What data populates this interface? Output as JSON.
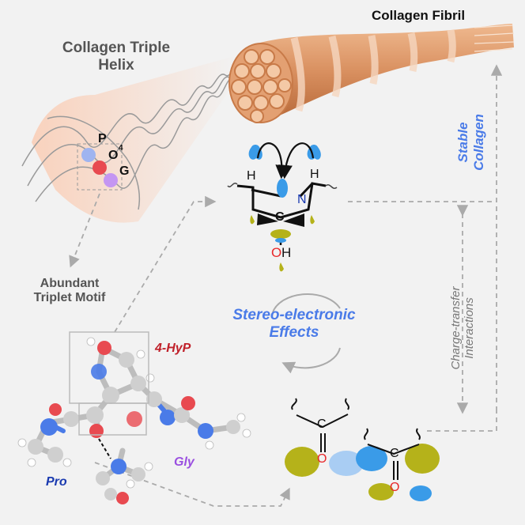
{
  "titles": {
    "triple_helix": "Collagen Triple\nHelix",
    "fibril": "Collagen Fibril",
    "abundant_motif": "Abundant\nTriplet Motif",
    "stable_collagen": "Stable\nCollagen",
    "stereo_effects": "Stereo-electronic\nEffects",
    "charge_transfer": "Charge-transfer\nInteractions"
  },
  "helix_letters": {
    "p": "P",
    "o": "O",
    "o_sup": "4",
    "g": "G"
  },
  "molecule_labels": {
    "hyp": "4-HyP",
    "pro": "Pro",
    "gly": "Gly"
  },
  "atoms": {
    "h_left": "H",
    "h_right": "H",
    "n": "N",
    "c": "C",
    "o": "O",
    "h_oh": "H",
    "c_carbonyl": "C",
    "o_carbonyl": "O"
  },
  "colors": {
    "background": "#f2f2f2",
    "title_gray": "#555555",
    "accent_blue": "#4a7be8",
    "hyp_red": "#c0202a",
    "pro_blue": "#1a3ab0",
    "gly_purple": "#9a4fe0",
    "lobe_olive": "#b5b21a",
    "lobe_blue": "#3a9be8",
    "fibril_orange": "#d99060",
    "dash_gray": "#aaaaaa"
  }
}
